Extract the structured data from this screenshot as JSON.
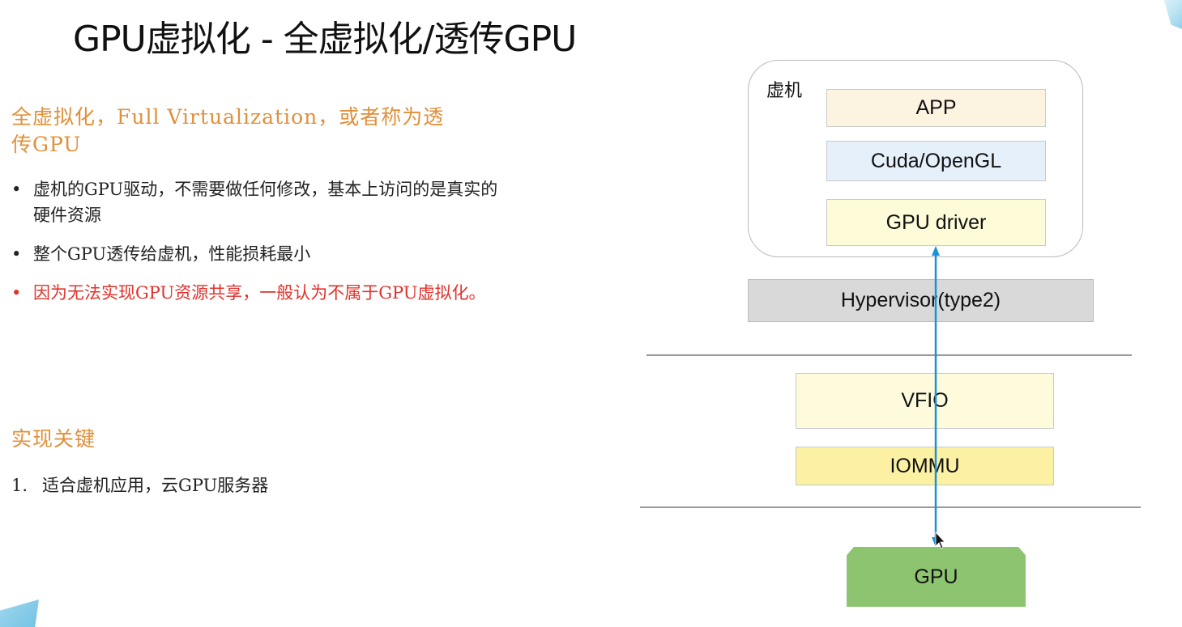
{
  "slide": {
    "title": "GPU虚拟化 - 全虚拟化/透传GPU"
  },
  "left": {
    "section1": {
      "heading_line1": "全虚拟化，Full Virtualization，或者称为透",
      "heading_line2": "传GPU"
    },
    "bullets": [
      {
        "marker": "•",
        "text": "虚机的GPU驱动，不需要做任何修改，基本上访问的是真实的硬件资源",
        "color": "#222222"
      },
      {
        "marker": "•",
        "text": "整个GPU透传给虚机，性能损耗最小",
        "color": "#222222"
      },
      {
        "marker": "•",
        "text": "因为无法实现GPU资源共享，一般认为不属于GPU虚拟化。",
        "color": "#e0322b"
      }
    ],
    "section2": {
      "heading": "实现关键"
    },
    "numbered": [
      {
        "num": "1.",
        "text": "适合虚机应用，云GPU服务器"
      }
    ]
  },
  "diagram": {
    "vm_label": "虚机",
    "app": {
      "label": "APP",
      "color": "#fdf3e1"
    },
    "cuda": {
      "label": "Cuda/OpenGL",
      "color": "#e5f0fb"
    },
    "driver": {
      "label": "GPU driver",
      "color": "#fdfbd8"
    },
    "hypervisor": {
      "label": "Hypervisor(type2)",
      "color": "#d9d9d9"
    },
    "vfio": {
      "label": "VFIO",
      "color": "#fdfbdc"
    },
    "iommu": {
      "label": "IOMMU",
      "color": "#fcf1a3"
    },
    "gpu": {
      "label": "GPU",
      "color": "#8dc470"
    },
    "arrow_color": "#1a93d6"
  },
  "colors": {
    "heading_orange": "#e0903a",
    "warning_red": "#e0322b",
    "text": "#222222"
  }
}
